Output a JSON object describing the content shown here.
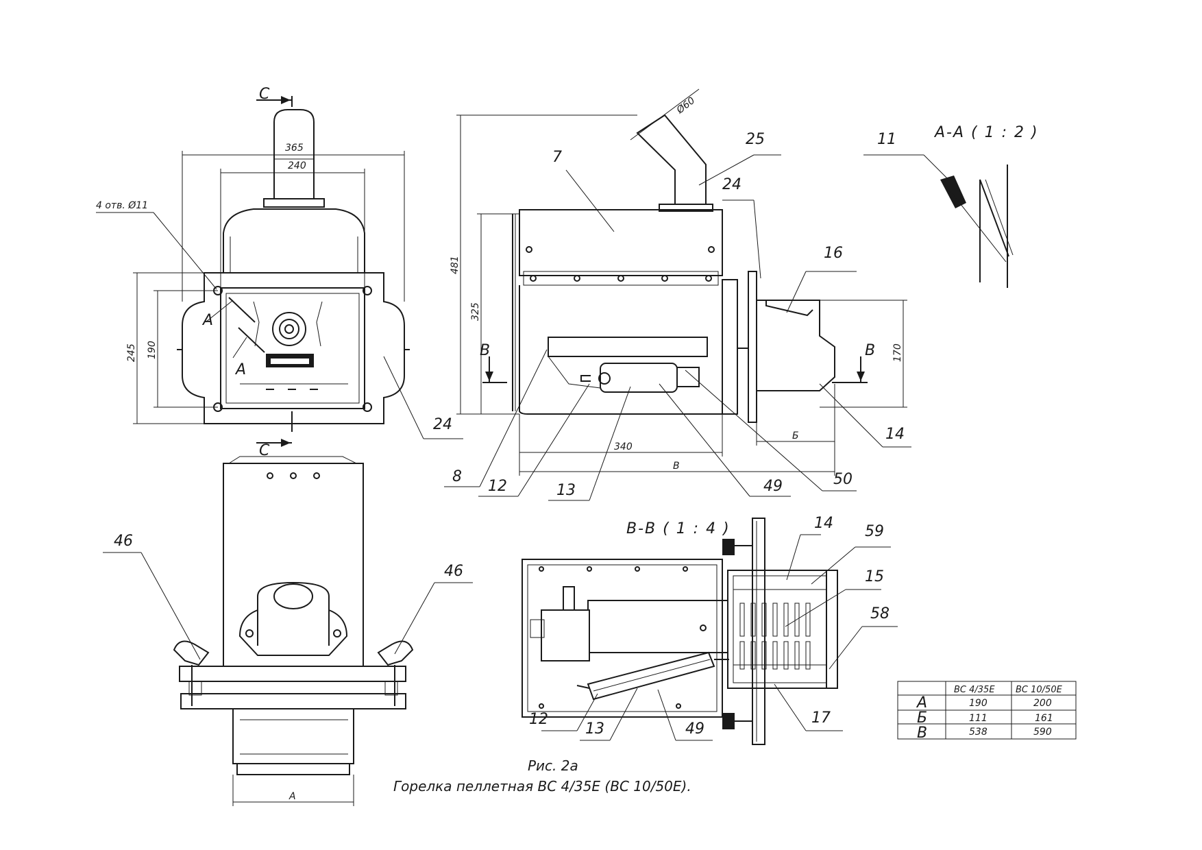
{
  "caption": {
    "figure": "Рис. 2а",
    "title": "Горелка пеллетная ВС 4/35Е (ВС 10/50Е)."
  },
  "sections": {
    "aa": "А-А ( 1 : 2 )",
    "bb": "В-В ( 1 : 4 )",
    "c_top": "С",
    "c_bottom": "С",
    "a_top": "А",
    "a_bottom": "А",
    "b_left": "В",
    "b_right": "В"
  },
  "dimensions": {
    "d365": "365",
    "d240": "240",
    "holes": "4 отв. Ø11",
    "d245": "245",
    "d190": "190",
    "d60": "Ø60",
    "d481": "481",
    "d325": "325",
    "d170": "170",
    "d340": "340",
    "dB": "В",
    "dBe": "Б",
    "dA": "А"
  },
  "callouts": {
    "c7": "7",
    "c25": "25",
    "c24a": "24",
    "c24b": "24",
    "c16": "16",
    "c14a": "14",
    "c8": "8",
    "c12a": "12",
    "c13a": "13",
    "c49a": "49",
    "c50": "50",
    "c11": "11",
    "c46a": "46",
    "c46b": "46",
    "c14b": "14",
    "c59": "59",
    "c15": "15",
    "c58": "58",
    "c17": "17",
    "c12b": "12",
    "c13b": "13",
    "c49b": "49"
  },
  "table": {
    "headers": [
      "",
      "ВС 4/35Е",
      "ВС 10/50Е"
    ],
    "rows": [
      {
        "key": "А",
        "v1": "190",
        "v2": "200"
      },
      {
        "key": "Б",
        "v1": "111",
        "v2": "161"
      },
      {
        "key": "В",
        "v1": "538",
        "v2": "590"
      }
    ]
  }
}
